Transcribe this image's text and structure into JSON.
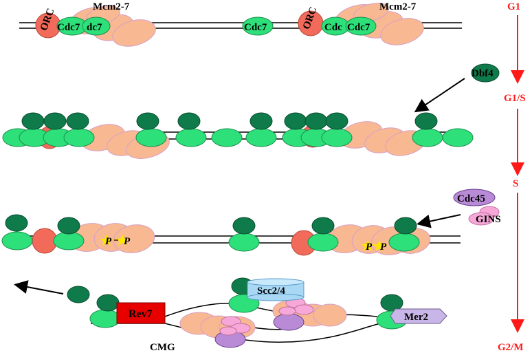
{
  "labels": {
    "mcm_a": "Mcm2-7",
    "mcm_b": "Mcm2-7",
    "orc_a": "ORC",
    "orc_b": "ORC",
    "cdc7_a1": "Cdc7",
    "cdc7_a2": "dc7",
    "cdc7_mid": "Cdc7",
    "cdc7_b1": "Cdc",
    "cdc7_b2": "Cdc7",
    "dbf4": "Dbf4",
    "cdc45": "Cdc45",
    "gins": "GINS",
    "p1": "P",
    "p2": "P",
    "p3": "P",
    "p4": "P",
    "scc": "Scc2/4",
    "rev7": "Rev7",
    "mer2": "Mer2",
    "cmg": "CMG"
  },
  "phases": [
    "G1",
    "G1/S",
    "S",
    "G2/M"
  ],
  "colors": {
    "phase": "#ff1a1a",
    "dark_green": "#0f7a4a",
    "light_green": "#2ee07a",
    "mcm_orange": "#f8b892",
    "orc_red": "#f26a5a",
    "cdc45_purple": "#b98ad6",
    "gins_pink": "#f7a8d8",
    "scc_blue": "#a9d8f5",
    "rev7_red": "#e60000",
    "mer2_lilac": "#c9b6e8"
  }
}
